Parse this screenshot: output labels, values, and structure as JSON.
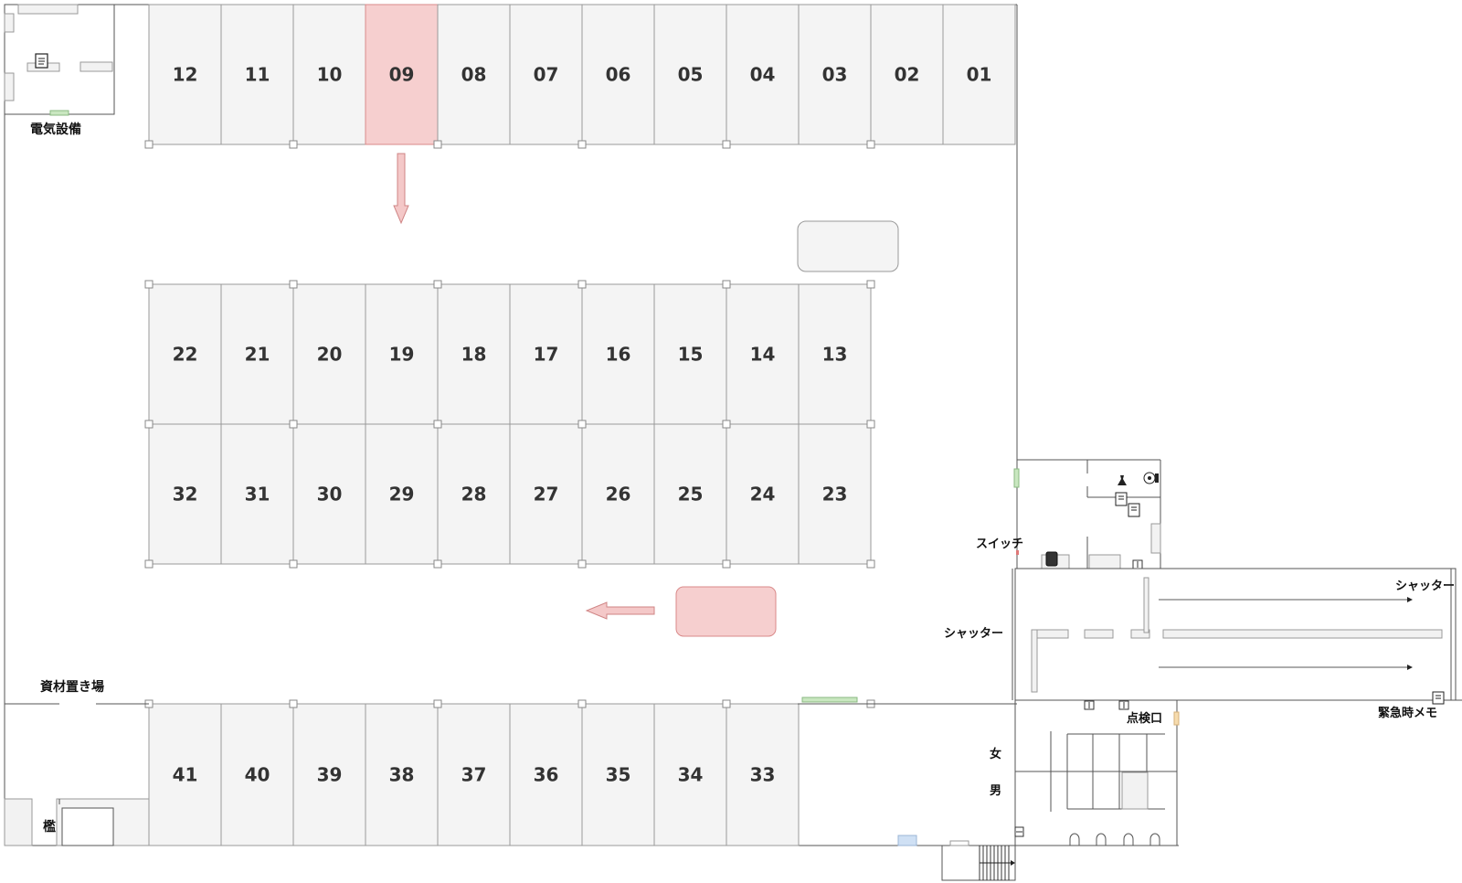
{
  "colors": {
    "wall": "#555555",
    "bay_line": "#9a9a9a",
    "bay_fill": "#f4f4f4",
    "highlight_fill": "#f6cfcf",
    "highlight_stroke": "#d98a8a",
    "arrow_fill": "#f4c8c8",
    "arrow_stroke": "#cf8585",
    "door_green": "#c9e7c0",
    "door_blue": "#cfe0f4",
    "door_orange": "#f6dcae"
  },
  "parking": {
    "row_top": [
      "12",
      "11",
      "10",
      "09",
      "08",
      "07",
      "06",
      "05",
      "04",
      "03",
      "02",
      "01"
    ],
    "row_mid1": [
      "22",
      "21",
      "20",
      "19",
      "18",
      "17",
      "16",
      "15",
      "14",
      "13"
    ],
    "row_mid2": [
      "32",
      "31",
      "30",
      "29",
      "28",
      "27",
      "26",
      "25",
      "24",
      "23"
    ],
    "row_bottom": [
      "41",
      "40",
      "39",
      "38",
      "37",
      "36",
      "35",
      "34",
      "33"
    ],
    "highlighted_bay": "09"
  },
  "labels": {
    "electrical": "電気設備",
    "materials": "資材置き場",
    "cage": "檻",
    "switch": "スイッチ",
    "shutter_left": "シャッター",
    "shutter_right": "シャッター",
    "emergency_memo": "緊急時メモ",
    "inspection_hatch": "点検口",
    "women": "女",
    "men": "男"
  },
  "icons": [
    "memo-icon",
    "car-icon",
    "toilet-icon",
    "hatch-icon",
    "machine-icon"
  ]
}
